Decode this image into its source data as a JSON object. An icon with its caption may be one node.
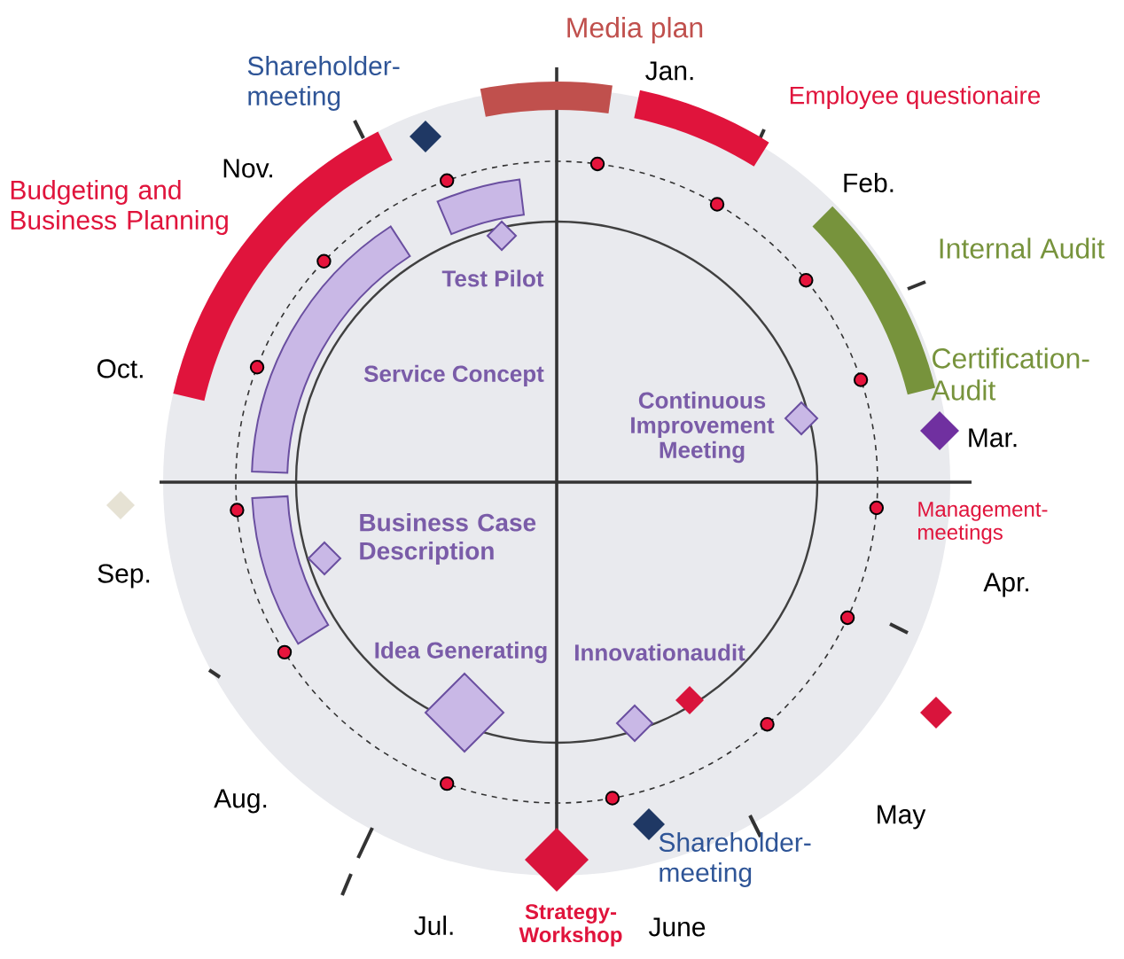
{
  "diagram": {
    "labels": [
      "Media plan",
      "Shareholder-meeting",
      "Jan.",
      "Employee questionaire",
      "Nov.",
      "Budgeting and Business Planning",
      "Feb.",
      "Internal Audit",
      "Test Pilot",
      "Certification-Audit",
      "Oct.",
      "Service Concept",
      "Continuous Improvement Meeting",
      "Mar.",
      "Management-meetings",
      "Sep.",
      "Business Case Description",
      "Apr.",
      "Idea Generating",
      "Innovationaudit",
      "Aug.",
      "May",
      "Shareholder-meeting",
      "Jul.",
      "Strategy-Workshop",
      "June"
    ]
  }
}
